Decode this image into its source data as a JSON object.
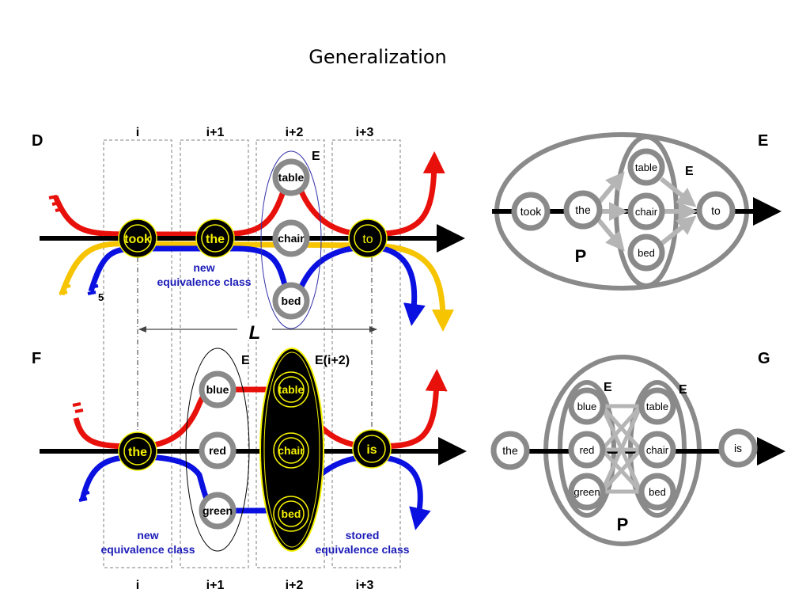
{
  "title": "Generalization",
  "panels": {
    "D": {
      "letter": "D",
      "slots": [
        "i",
        "i+1",
        "i+2",
        "i+3"
      ],
      "words": {
        "took": "took",
        "the": "the",
        "to": "to"
      },
      "equivalence": {
        "label": "E",
        "items": [
          "table",
          "chair",
          "bed"
        ]
      },
      "note": [
        "new",
        "equivalence class"
      ],
      "count": "5",
      "span_label": "L"
    },
    "E": {
      "letter": "E",
      "words": [
        "took",
        "the",
        "to"
      ],
      "class_label": "E",
      "class_items": [
        "table",
        "chair",
        "bed"
      ],
      "path_label": "P"
    },
    "F": {
      "letter": "F",
      "slots": [
        "i",
        "i+1",
        "i+2",
        "i+3"
      ],
      "words": {
        "the": "the",
        "is": "is"
      },
      "class1": {
        "label": "E",
        "items": [
          "blue",
          "red",
          "green"
        ]
      },
      "class2": {
        "label": "E(i+2)",
        "items": [
          "table",
          "chair",
          "bed"
        ]
      },
      "note_new": [
        "new",
        "equivalence class"
      ],
      "note_stored": [
        "stored",
        "equivalence class"
      ]
    },
    "G": {
      "letter": "G",
      "words": [
        "the",
        "is"
      ],
      "class1": {
        "label": "E",
        "items": [
          "blue",
          "red",
          "green"
        ]
      },
      "class2": {
        "label": "E",
        "items": [
          "table",
          "chair",
          "bed"
        ]
      },
      "path_label": "P"
    }
  },
  "colors": {
    "red": "#e8100b",
    "blue": "#0a10e0",
    "yellow": "#f6c400",
    "black": "#000000",
    "node_gray": "#8a8a8a",
    "light_gray": "#b5b5b5",
    "highlight_yellow": "#f4f100",
    "note_blue": "#1a1ab8"
  }
}
